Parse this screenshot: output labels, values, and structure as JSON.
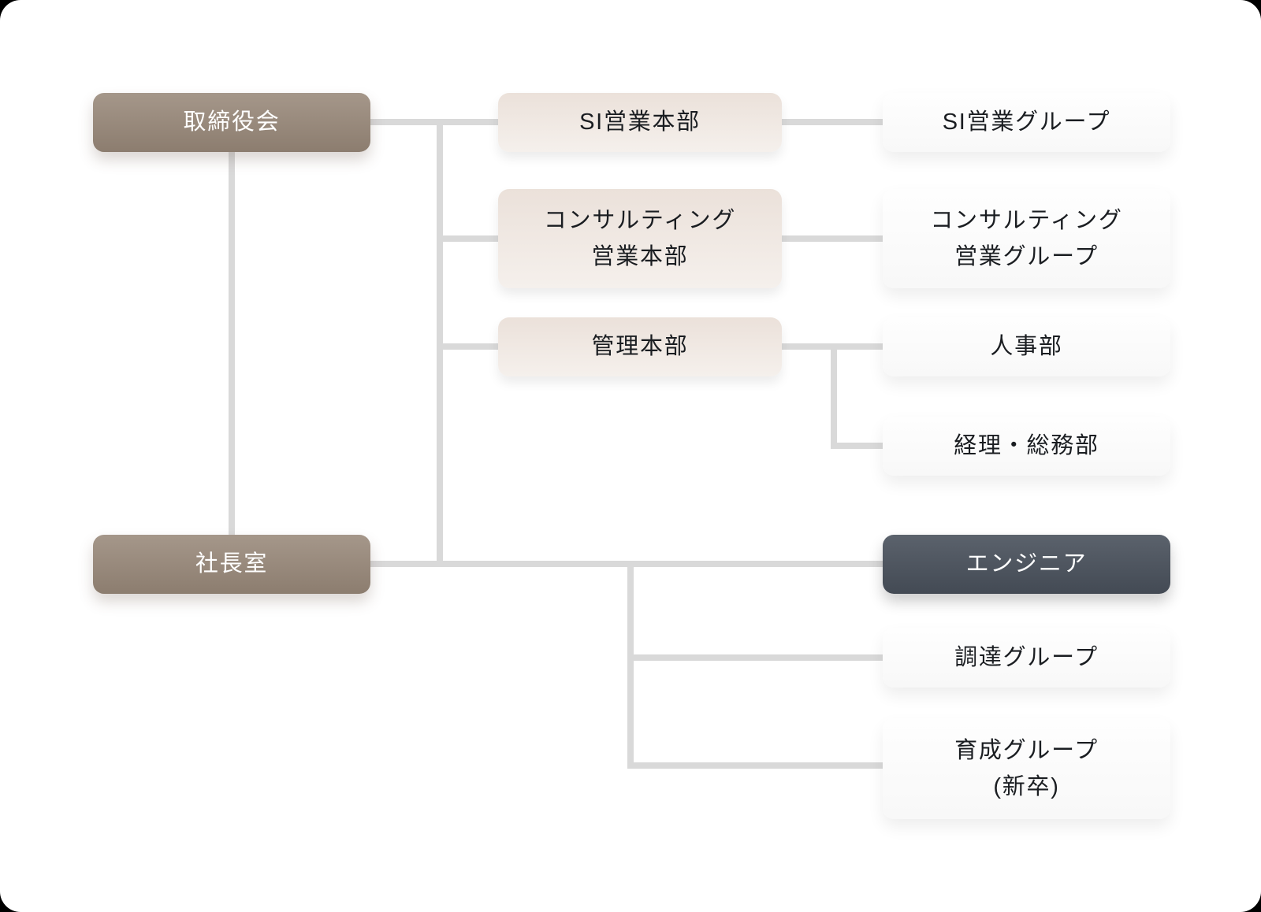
{
  "page": {
    "background_color": "#000000",
    "canvas_color": "#ffffff",
    "connector_color": "#d9d9d9"
  },
  "palette": {
    "brown_gradient_top": "#a5978a",
    "brown_gradient_bottom": "#8c7d6f",
    "beige_gradient_top": "#ebe1da",
    "beige_gradient_bottom": "#f5f0ec",
    "dark_gradient_top": "#5b626c",
    "dark_gradient_bottom": "#434a54",
    "white_box": "#ffffff",
    "text_dark": "#1a1d21",
    "text_light": "#ffffff"
  },
  "org": {
    "nodes": {
      "board": {
        "label": "取締役会",
        "type": "brown"
      },
      "president_office": {
        "label": "社長室",
        "type": "brown",
        "reports_to": "board"
      },
      "si_division": {
        "label": "SI営業本部",
        "type": "beige",
        "reports_to": "board"
      },
      "consulting_division": {
        "label": "コンサルティング\n営業本部",
        "type": "beige",
        "reports_to": "board"
      },
      "admin_division": {
        "label": "管理本部",
        "type": "beige",
        "reports_to": "board"
      },
      "si_group": {
        "label": "SI営業グループ",
        "type": "white",
        "reports_to": "si_division"
      },
      "consulting_group": {
        "label": "コンサルティング\n営業グループ",
        "type": "white",
        "reports_to": "consulting_division"
      },
      "hr_department": {
        "label": "人事部",
        "type": "white",
        "reports_to": "admin_division"
      },
      "accounting_general_affairs": {
        "label": "経理・総務部",
        "type": "white",
        "reports_to": "admin_division"
      },
      "engineer": {
        "label": "エンジニア",
        "type": "dark",
        "reports_to": "president_office"
      },
      "procurement_group": {
        "label": "調達グループ",
        "type": "white",
        "reports_to": "president_office"
      },
      "training_group": {
        "label": "育成グループ\n(新卒)",
        "type": "white",
        "reports_to": "president_office"
      }
    }
  }
}
